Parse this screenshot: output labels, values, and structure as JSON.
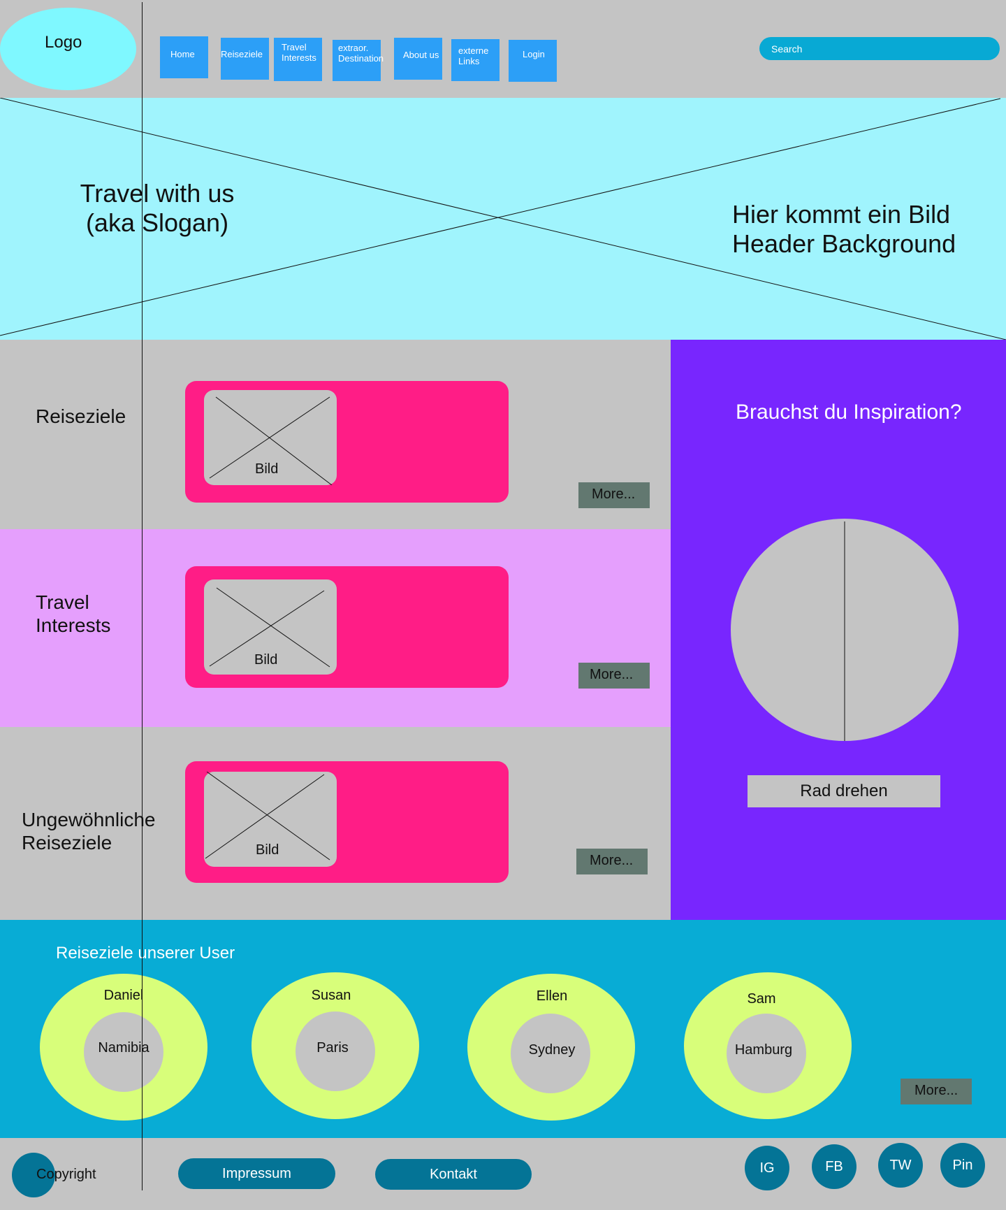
{
  "header": {
    "logo": "Logo",
    "nav": [
      "Home",
      "Reiseziele",
      "Travel\nInterests",
      "extraor.\nDestination",
      "About us",
      "externe\nLinks",
      "Login"
    ],
    "search_placeholder": "Search"
  },
  "hero": {
    "slogan": "Travel with us\n(aka Slogan)",
    "note": "Hier kommt ein Bild\nHeader Background"
  },
  "sections": [
    {
      "label": "Reiseziele",
      "image_label": "Bild",
      "more": "More..."
    },
    {
      "label": "Travel\nInterests",
      "image_label": "Bild",
      "more": "More..."
    },
    {
      "label": "Ungewöhnliche\nReiseziele",
      "image_label": "Bild",
      "more": "More..."
    }
  ],
  "inspiration": {
    "title": "Brauchst du Inspiration?",
    "button": "Rad drehen"
  },
  "users": {
    "title": "Reiseziele unserer User",
    "items": [
      {
        "name": "Daniel",
        "place": "Namibia"
      },
      {
        "name": "Susan",
        "place": "Paris"
      },
      {
        "name": "Ellen",
        "place": "Sydney"
      },
      {
        "name": "Sam",
        "place": "Hamburg"
      }
    ],
    "more": "More..."
  },
  "footer": {
    "copyright": "Copyright",
    "links": [
      "Impressum",
      "Kontakt"
    ],
    "social": [
      "IG",
      "FB",
      "TW",
      "Pin"
    ]
  },
  "colors": {
    "nav_button": "#2c9ff7",
    "hero_bg": "#a0f4fd",
    "card": "#ff1d86",
    "section_alt": "#e59ffd",
    "inspiration_bg": "#7826fe",
    "users_bg": "#08acd5",
    "user_circle": "#d8fe7a",
    "footer_button": "#047496"
  }
}
